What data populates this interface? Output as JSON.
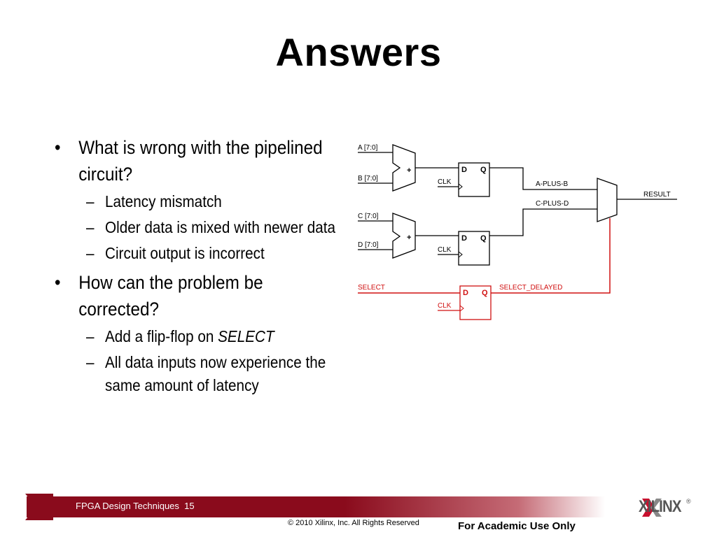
{
  "slide": {
    "title": "Answers",
    "bullets": [
      {
        "text": "What is wrong with the pipelined circuit?",
        "subs": [
          "Latency mismatch",
          "Older data is mixed with newer data",
          "Circuit output is incorrect"
        ]
      },
      {
        "text": "How can the problem be corrected?",
        "subs": [
          "Add a flip-flop on",
          "All data inputs now experience the same amount of latency"
        ],
        "sub_emphasis": "SELECT"
      }
    ]
  },
  "diagram": {
    "inputs": [
      "A [7:0]",
      "B [7:0]",
      "C [7:0]",
      "D [7:0]"
    ],
    "adder_symbol": "+",
    "ff_d": "D",
    "ff_q": "Q",
    "ff_clk": "CLK",
    "signals": {
      "a_plus_b": "A-PLUS-B",
      "c_plus_d": "C-PLUS-D",
      "result": "RESULT",
      "select": "SELECT",
      "select_delayed": "SELECT_DELAYED"
    },
    "colors": {
      "data": "#000000",
      "select": "#d01010"
    }
  },
  "footer": {
    "course": "FPGA Design Techniques",
    "page": "15",
    "copyright": "© 2010 Xilinx, Inc. All Rights Reserved",
    "academic": "For Academic Use Only",
    "logo": "XILINX",
    "logo_mark": "®",
    "bar_color": "#8a0b1c"
  }
}
